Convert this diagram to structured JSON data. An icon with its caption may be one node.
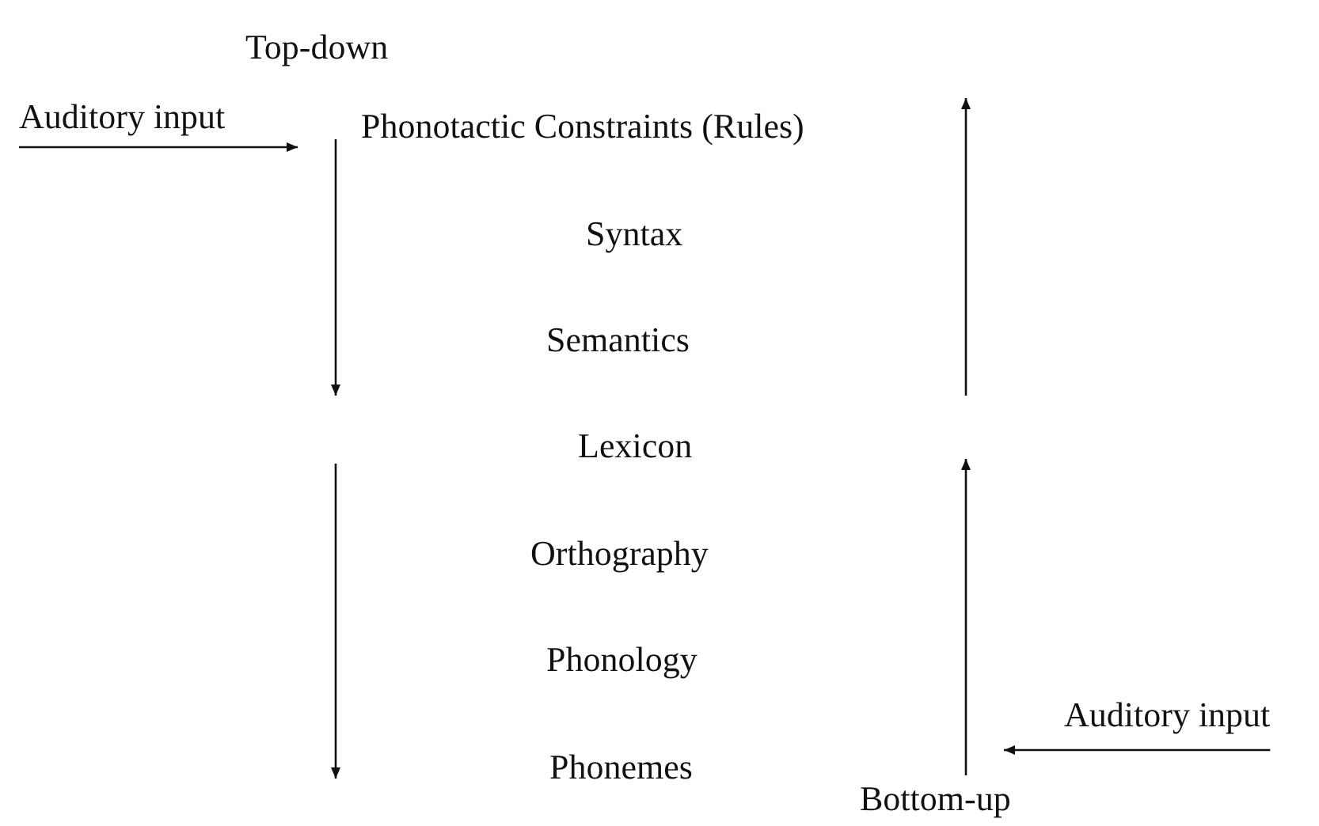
{
  "diagram": {
    "nodes": [
      {
        "text": [
          "Auditory input"
        ]
      },
      {
        "text": [
          "Auditory input"
        ]
      }
    ],
    "edges": [
      {
        "from": 0,
        "to": null,
        "arrow": "to"
      },
      {
        "from": 1,
        "to": null,
        "arrow": "to"
      }
    ],
    "labels": [
      "Top-down",
      "Phonotactic Constraints (Rules)",
      "Syntax",
      "Semantics",
      "Lexicon",
      "Orthography",
      "Phonology",
      "Phonemes",
      "Bottom-up"
    ]
  }
}
